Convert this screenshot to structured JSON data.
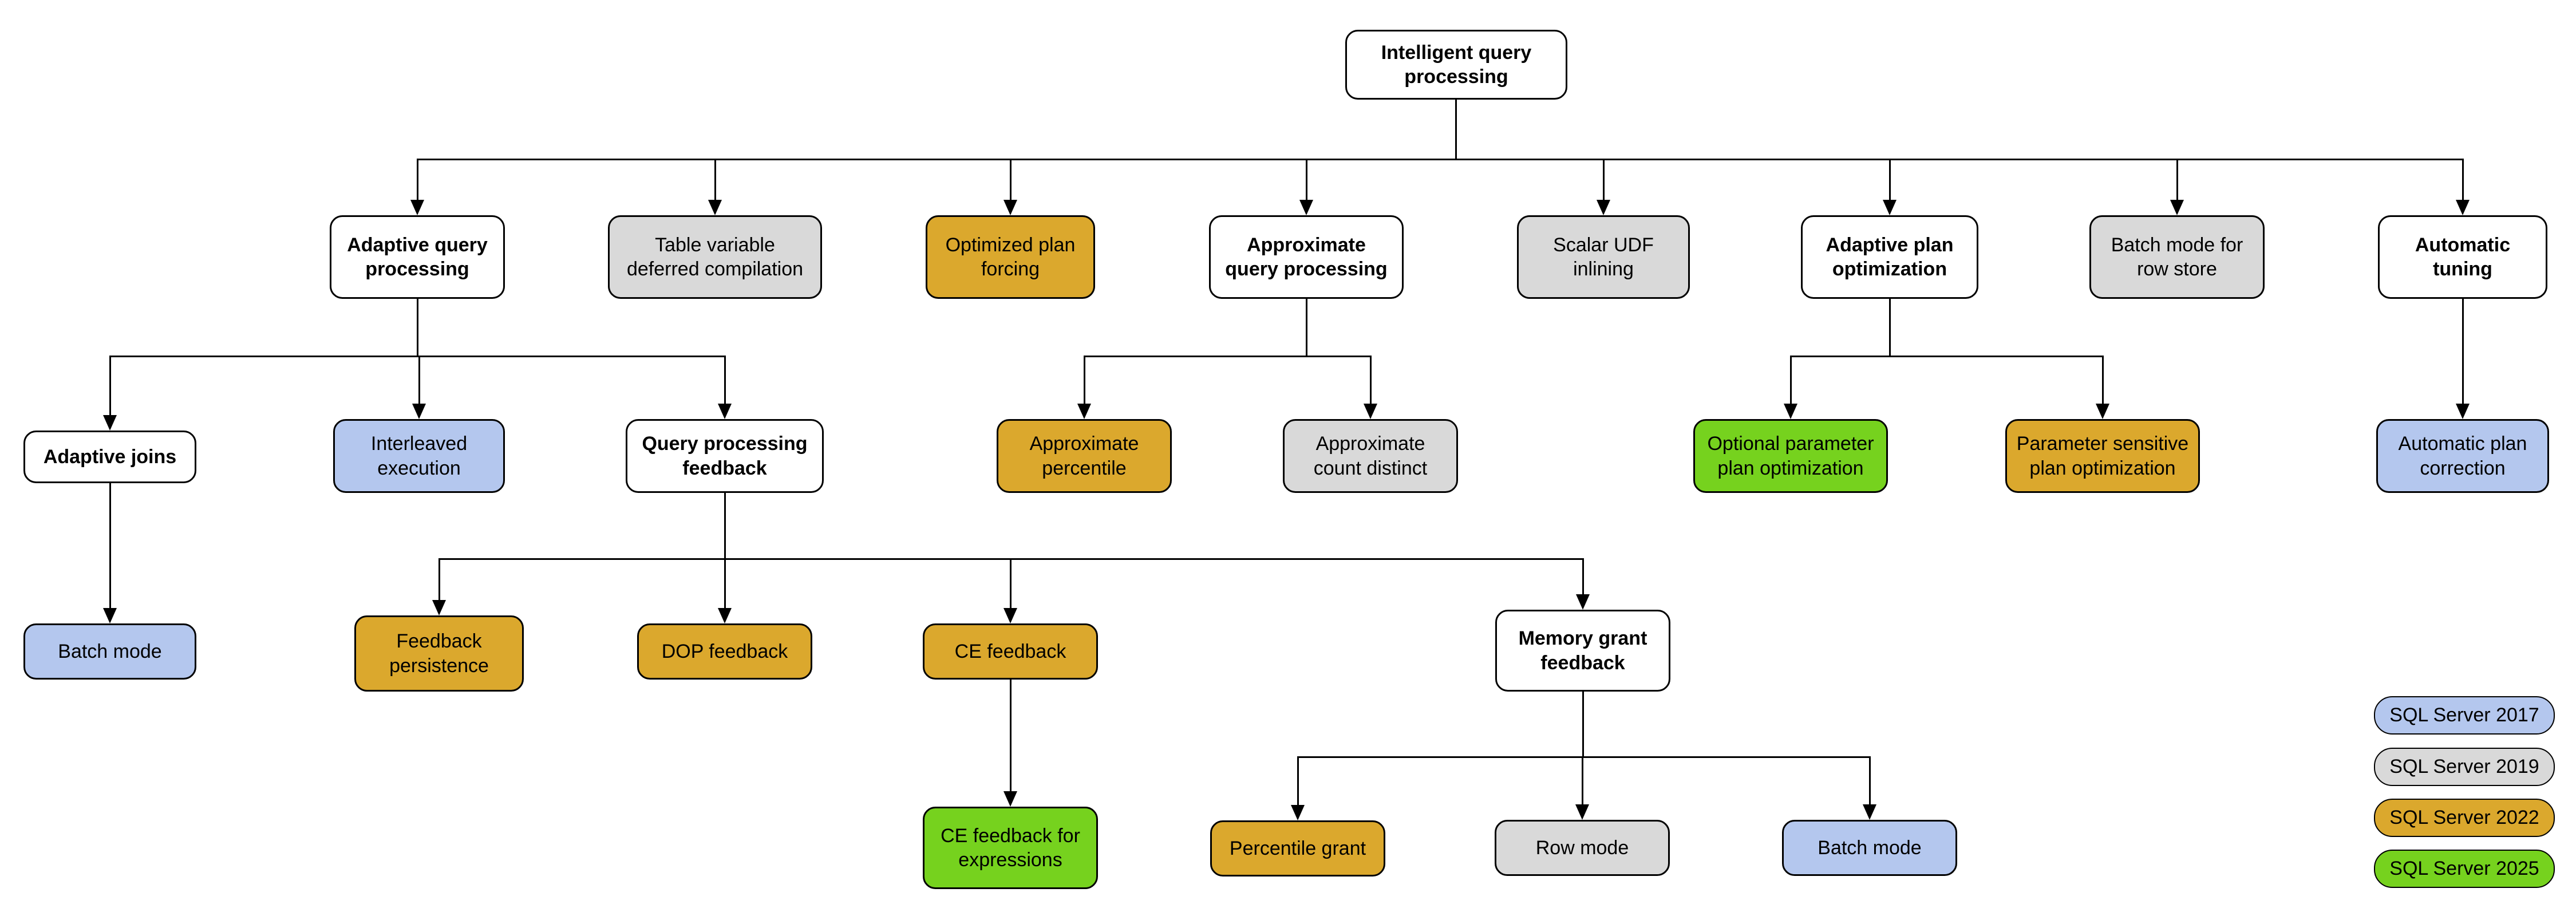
{
  "diagram_title": "Intelligent query processing",
  "colors": {
    "sql2017": "#b4c7ee",
    "sql2019": "#d9d9d9",
    "sql2022": "#dba82d",
    "sql2025": "#76d21e",
    "plain": "#ffffff",
    "connector": "#000000"
  },
  "nodes": {
    "root": {
      "label": "Intelligent query processing"
    },
    "aqp": {
      "label": "Adaptive query processing"
    },
    "tvdc": {
      "label": "Table variable deferred compilation"
    },
    "opf": {
      "label": "Optimized plan forcing"
    },
    "approx_qp": {
      "label": "Approximate query processing"
    },
    "sudf": {
      "label": "Scalar UDF inlining"
    },
    "apo": {
      "label": "Adaptive plan optimization"
    },
    "bmrs": {
      "label": "Batch mode for row store"
    },
    "at": {
      "label": "Automatic tuning"
    },
    "aj": {
      "label": "Adaptive joins"
    },
    "ie": {
      "label": "Interleaved execution"
    },
    "qpf": {
      "label": "Query processing feedback"
    },
    "ap": {
      "label": "Approximate percentile"
    },
    "acd": {
      "label": "Approximate count distinct"
    },
    "oppo": {
      "label": "Optional parameter plan optimization"
    },
    "pspo": {
      "label": "Parameter sensitive plan optimization"
    },
    "apc": {
      "label": "Automatic plan correction"
    },
    "bm_aj": {
      "label": "Batch mode"
    },
    "fp": {
      "label": "Feedback persistence"
    },
    "dop": {
      "label": "DOP feedback"
    },
    "ce": {
      "label": "CE feedback"
    },
    "mgf": {
      "label": "Memory grant feedback"
    },
    "ce_expr": {
      "label": "CE feedback for expressions"
    },
    "pg": {
      "label": "Percentile grant"
    },
    "rm": {
      "label": "Row mode"
    },
    "bm_mgf": {
      "label": "Batch mode"
    }
  },
  "legend": {
    "items": [
      {
        "label": "SQL Server 2017",
        "color_key": "sql2017"
      },
      {
        "label": "SQL Server 2019",
        "color_key": "sql2019"
      },
      {
        "label": "SQL Server 2022",
        "color_key": "sql2022"
      },
      {
        "label": "SQL Server 2025",
        "color_key": "sql2025"
      }
    ]
  }
}
